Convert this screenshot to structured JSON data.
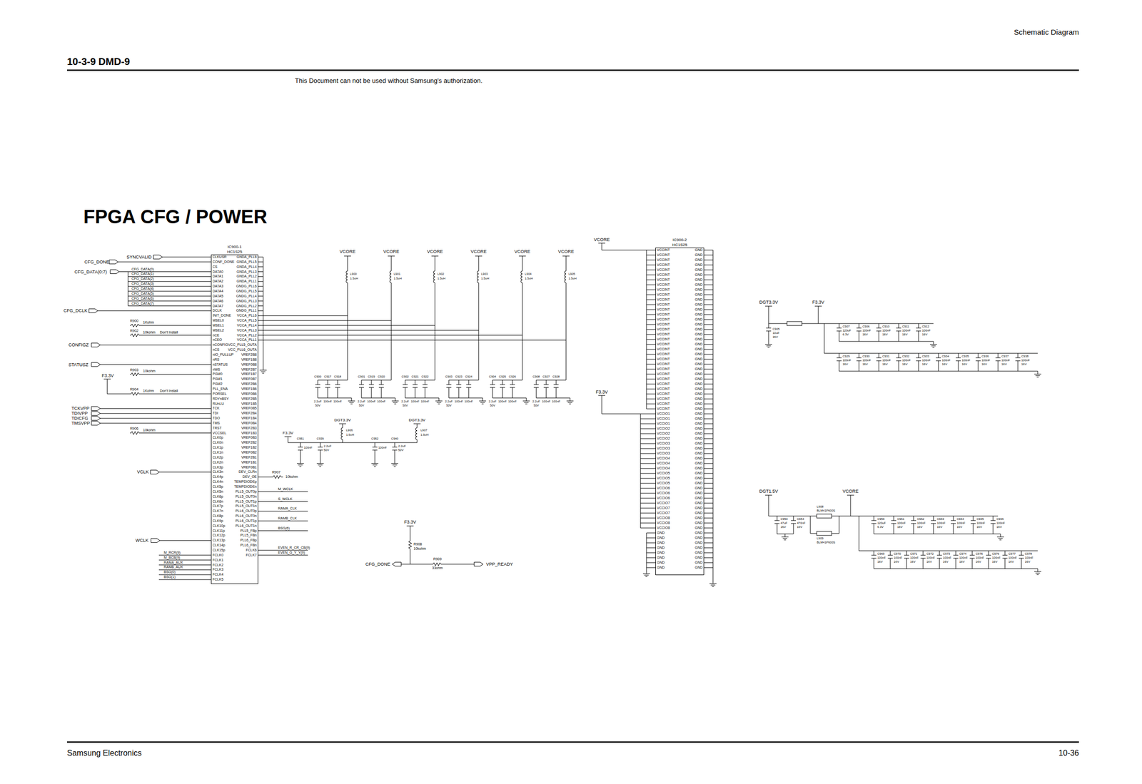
{
  "diagram": {
    "title": "FPGA CFG / POWER",
    "nodes": [
      {
        "text": [
          "IC900-1",
          "HC1S25"
        ]
      },
      {
        "text": [
          "IC900-2",
          "HC1S25"
        ]
      }
    ],
    "labels": [
      "Schematic Diagram",
      "10-3-9 DMD-9",
      "This Document can not be used without Samsung's authorization.",
      "Samsung Electronics",
      "10-36",
      "SYNCVALID",
      "CFG_DONE",
      "CFG_DATA(0:7)",
      "CFG_DCLK",
      "CONFIGZ",
      "STATUSZ",
      "F3.3V",
      "TCKVPP",
      "TDIVPP",
      "TDICFG",
      "TMSVPP",
      "VCLK",
      "WCLK",
      "CFG_DATA(0)",
      "CFG_DATA(1)",
      "CFG_DATA(2)",
      "CFG_DATA(3)",
      "CFG_DATA(4)",
      "CFG_DATA(5)",
      "CFG_DATA(6)",
      "CFG_DATA(7)",
      "R900",
      "1Kohm",
      "R902",
      "10kohm",
      "Don't Install",
      "R903",
      "10kohm",
      "R904",
      "1Kohm",
      "Don't Install",
      "R906",
      "10kohm",
      "M_RCR(9)",
      "M_BCB(9)",
      "RAMA_AUX",
      "RAMB_AUX",
      "BSG(0)",
      "BSG(1)",
      "R907",
      "10kohm",
      "M_WCLK",
      "S_WCLK",
      "RAMA_CLK",
      "RAMB_CLK",
      "BSG(6)",
      "EVEN_R_CR_CB(9)",
      "EVEN_G_Y_Y(9)",
      "VCORE",
      "L900",
      "1.5uH",
      "C900",
      "C917",
      "C918",
      "2.2uF",
      "100nF",
      "100nF",
      "50V",
      "VCORE",
      "L901",
      "1.5uH",
      "C901",
      "C919",
      "C920",
      "2.2uF",
      "100nF",
      "100nF",
      "50V",
      "VCORE",
      "L902",
      "1.5uH",
      "C902",
      "C921",
      "C922",
      "2.2uF",
      "100nF",
      "100nF",
      "50V",
      "VCORE",
      "L903",
      "1.5uH",
      "C903",
      "C923",
      "C924",
      "2.2uF",
      "100nF",
      "100nF",
      "50V",
      "VCORE",
      "L904",
      "1.5uH",
      "C904",
      "C925",
      "C926",
      "2.2uF",
      "100nF",
      "100nF",
      "50V",
      "VCORE",
      "L905",
      "1.5uH",
      "C908",
      "C927",
      "C928",
      "2.2uF",
      "100nF",
      "100nF",
      "50V",
      "DGT3.3V",
      "DGT3.3V",
      "F3.3V",
      "C951",
      "C939",
      "L906",
      "1.5uH",
      "C952",
      "C940",
      "L907",
      "1.5uH",
      "100nF",
      "2.2uF",
      "50V",
      "100nF",
      "2.2uF",
      "50V",
      "VCORE",
      "F3.3V",
      "F3.3V",
      "R908",
      "10kohm",
      "CFG_DONE",
      "R909",
      "33ohm",
      "VPP_READY",
      "DGT3.3V",
      "F3.3V",
      "C905",
      "10uF",
      "16V",
      "C907",
      "120uF",
      "6.3V",
      "C906",
      "100nF",
      "16V",
      "C910",
      "100nF",
      "16V",
      "C911",
      "100nF",
      "16V",
      "C912",
      "100nF",
      "16V",
      "C929",
      "100nF",
      "16V",
      "C930",
      "100nF",
      "16V",
      "C931",
      "100nF",
      "16V",
      "C932",
      "100nF",
      "16V",
      "C933",
      "100nF",
      "16V",
      "C934",
      "100nF",
      "16V",
      "C935",
      "100nF",
      "16V",
      "C936",
      "100nF",
      "16V",
      "C937",
      "100nF",
      "16V",
      "C938",
      "100nF",
      "16V",
      "DGT1.5V",
      "VCORE",
      "L908",
      "BLM41P600S",
      "L909",
      "BLM41P600S",
      "C953",
      "47uF",
      "16V",
      "C954",
      "470nF",
      "16V",
      "C959",
      "120uF",
      "6.3V",
      "C961",
      "100nF",
      "16V",
      "C962",
      "100nF",
      "16V",
      "C963",
      "100nF",
      "16V",
      "C964",
      "100nF",
      "16V",
      "C965",
      "100nF",
      "16V",
      "C966",
      "100nF",
      "16V",
      "C969",
      "100nF",
      "16V",
      "C970",
      "100nF",
      "16V",
      "C971",
      "100nF",
      "16V",
      "C972",
      "100nF",
      "16V",
      "C973",
      "100nF",
      "16V",
      "C974",
      "100nF",
      "16V",
      "C975",
      "100nF",
      "16V",
      "C976",
      "100nF",
      "16V",
      "C977",
      "100nF",
      "16V",
      "C978",
      "100nF",
      "16V",
      "CLKUSR",
      "CONF_DONE",
      "CS",
      "DATA0",
      "DATA1",
      "DATA2",
      "DATA3",
      "DATA4",
      "DATA5",
      "DATA6",
      "DATA7",
      "DCLK",
      "INIT_DONE",
      "MSEL0",
      "MSEL1",
      "MSEL2",
      "nCE",
      "nCEO",
      "nCONFIG",
      "nCS",
      "nIO_PULLUP",
      "nRS",
      "nSTATUS",
      "nWS",
      "PGM0",
      "PGM1",
      "PGM2",
      "PLL_ENA",
      "PORSEL",
      "RDYnBSY",
      "RUnLU",
      "TCK",
      "TDI",
      "TDO",
      "TMS",
      "TRST",
      "VCCSEL",
      "CLK0p",
      "CLK0n",
      "CLK1p",
      "CLK1n",
      "CLK2p",
      "CLK2n",
      "CLK3p",
      "CLK3n",
      "CLK4p",
      "CLK4n",
      "CLK5p",
      "CLK5n",
      "CLK6p",
      "CLK6n",
      "CLK7p",
      "CLK7n",
      "CLK8p",
      "CLK9p",
      "CLK10p",
      "CLK11p",
      "CLK12p",
      "CLK13p",
      "CLK14p",
      "CLK15p",
      "FCLK0",
      "FCLK1",
      "FCLK2",
      "FCLK3",
      "FCLK4",
      "FCLK5",
      "GNDA_PLL6",
      "GNDA_PLL5",
      "GNDA_PLL4",
      "GNDA_PLL3",
      "GNDA_PLL2",
      "GNDA_PLL1",
      "GNDG_PLL6",
      "GNDG_PLL5",
      "GNDG_PLL4",
      "GNDG_PLL3",
      "GNDG_PLL2",
      "GNDG_PLL1",
      "VCCA_PLL6",
      "VCCA_PLL5",
      "VCCA_PLL4",
      "VCCA_PLL3",
      "VCCA_PLL2",
      "VCCA_PLL1",
      "VCC_PLL5_OUTA",
      "VCC_PLL6_OUTA",
      "VREF2B8",
      "VREF1B8",
      "VREF0B8",
      "VREF2B7",
      "VREF1B7",
      "VREF0B7",
      "VREF2B6",
      "VREF1B6",
      "VREF0B6",
      "VREF2B5",
      "VREF1B5",
      "VREF0B5",
      "VREF2B4",
      "VREF1B4",
      "VREF0B4",
      "VREF2B3",
      "VREF1B3",
      "VREF0B3",
      "VREF2B2",
      "VREF1B2",
      "VREF0B2",
      "VREF2B1",
      "VREF1B1",
      "VREF0B1",
      "DEV_CLRn",
      "DEV_OE",
      "TEMPDIODEp",
      "TEMPDIODEn",
      "PLL5_OUT0p",
      "PLL5_OUT0n",
      "PLL5_OUT1p",
      "PLL5_OUT1n",
      "PLL6_OUT0p",
      "PLL6_OUT0n",
      "PLL6_OUT1p",
      "PLL6_OUT1n",
      "PLL5_FBp",
      "PLL5_FBn",
      "PLL6_FBp",
      "PLL6_FBn",
      "FCLK6",
      "FCLK7",
      "VCCINT",
      "VCCINT",
      "VCCINT",
      "VCCINT",
      "VCCINT",
      "VCCINT",
      "VCCINT",
      "VCCINT",
      "VCCINT",
      "VCCINT",
      "VCCINT",
      "VCCINT",
      "VCCINT",
      "VCCINT",
      "VCCINT",
      "VCCINT",
      "VCCINT",
      "VCCINT",
      "VCCINT",
      "VCCINT",
      "VCCINT",
      "VCCINT",
      "VCCINT",
      "VCCINT",
      "VCCINT",
      "VCCINT",
      "VCCINT",
      "VCCINT",
      "VCCINT",
      "VCCINT",
      "VCCINT",
      "VCCINT",
      "VCCINT",
      "VCCIO1",
      "VCCIO1",
      "VCCIO1",
      "VCCIO2",
      "VCCIO2",
      "VCCIO2",
      "VCCIO3",
      "VCCIO3",
      "VCCIO3",
      "VCCIO4",
      "VCCIO4",
      "VCCIO4",
      "VCCIO5",
      "VCCIO5",
      "VCCIO5",
      "VCCIO6",
      "VCCIO6",
      "VCCIO6",
      "VCCIO7",
      "VCCIO7",
      "VCCIO7",
      "VCCIO8",
      "VCCIO8",
      "VCCIO8",
      "GND",
      "GND",
      "GND",
      "GND",
      "GND",
      "GND",
      "GND",
      "GND",
      "GND",
      "GND",
      "GND",
      "GND",
      "GND",
      "GND",
      "GND",
      "GND",
      "GND",
      "GND",
      "GND",
      "GND",
      "GND",
      "GND",
      "GND",
      "GND",
      "GND",
      "GND",
      "GND",
      "GND",
      "GND",
      "GND",
      "GND",
      "GND",
      "GND",
      "GND",
      "GND",
      "GND",
      "GND",
      "GND",
      "GND",
      "GND",
      "GND",
      "GND",
      "GND",
      "GND",
      "GND",
      "GND",
      "GND",
      "GND",
      "GND",
      "GND",
      "GND",
      "GND",
      "GND",
      "GND",
      "GND",
      "GND",
      "GND",
      "GND",
      "GND",
      "GND",
      "GND",
      "GND",
      "GND",
      "GND",
      "GND",
      "GND",
      "GND",
      "GND",
      "GND",
      "GND",
      "GND",
      "GND",
      "GND"
    ]
  }
}
